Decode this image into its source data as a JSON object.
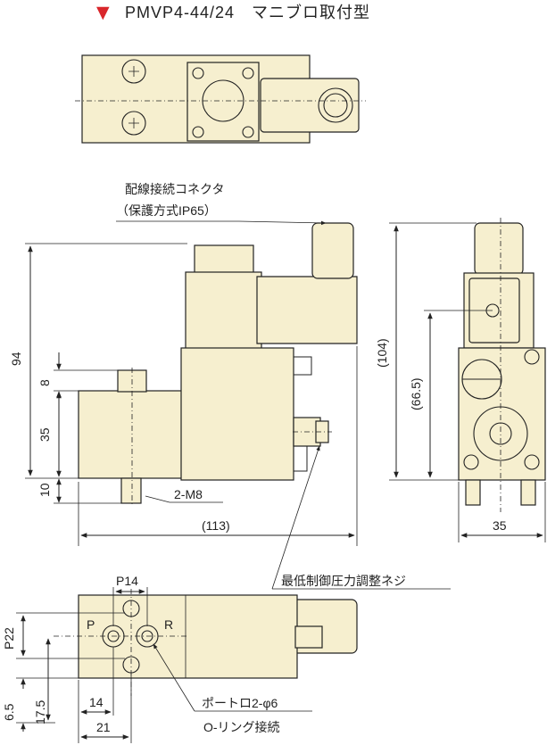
{
  "title": {
    "marker": "▼",
    "text": "PMVP4-44/24　マニブロ取付型"
  },
  "colors": {
    "marker": "#d9262b",
    "body": "#f6efcf",
    "line": "#222222"
  },
  "callouts": {
    "connector_line1": "配線接続コネクタ",
    "connector_line2": "（保護方式IP65）",
    "thread": "2-M8",
    "pressure_screw": "最低制御圧力調整ネジ",
    "port_line1": "ポートロ2-φ6",
    "port_line2": "O-リング接続"
  },
  "dimensions": {
    "total_height": "94",
    "boss_height": "8",
    "body_height": "35",
    "pin_height": "10",
    "total_width": "(113)",
    "side_height": "(104)",
    "side_center": "(66.5)",
    "side_width": "35",
    "port_pitch_x": "P14",
    "port_pitch_y": "P22",
    "port_offset_x1": "14",
    "port_offset_x2": "21",
    "port_offset_y1": "6.5",
    "port_offset_y2": "17.5"
  },
  "port_labels": {
    "p": "P",
    "r": "R"
  }
}
